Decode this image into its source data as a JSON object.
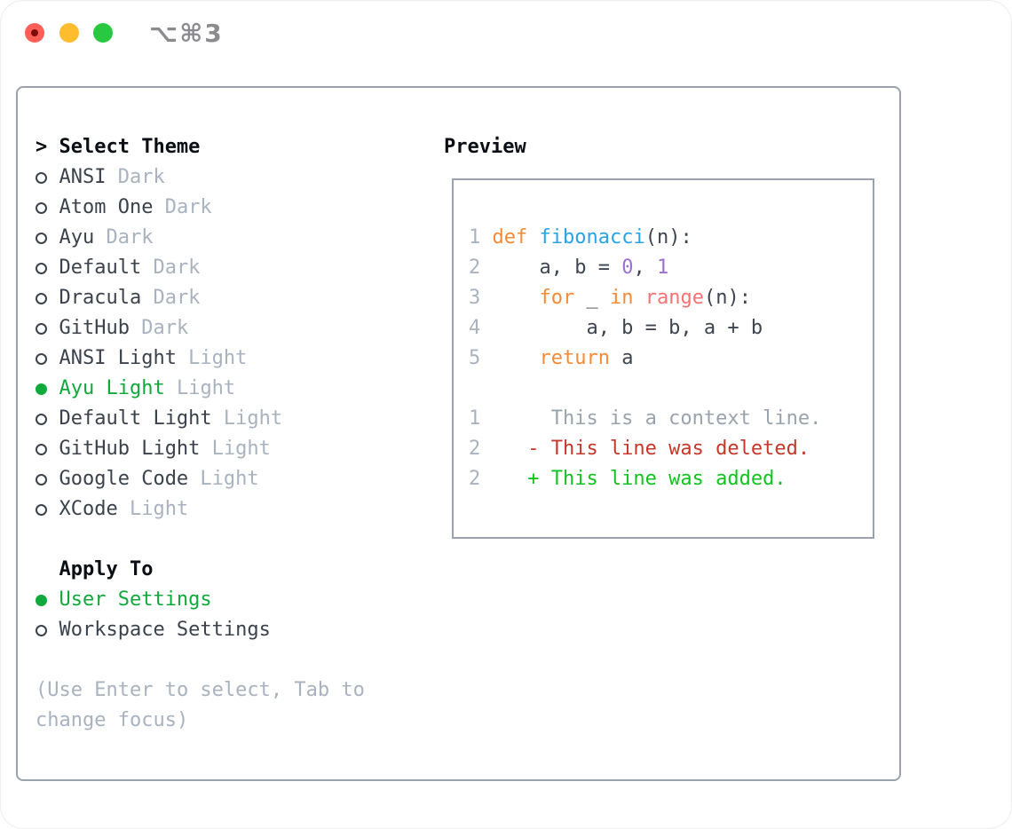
{
  "window": {
    "title": "⌥⌘3",
    "traffic_lights": [
      "close",
      "minimize",
      "zoom"
    ]
  },
  "colors": {
    "panel_border": "#9aa3ad",
    "header_text": "#0b0e14",
    "item_text": "#3b424c",
    "muted_text": "#a9b2bf",
    "selection_green": "#0fa93c",
    "keyword_orange": "#f88a36",
    "function_blue": "#29a3e8",
    "number_purple": "#9d6fd1",
    "builtin_coral": "#f87272",
    "diff_deleted_red": "#c5372a",
    "diff_added_green": "#12c21f",
    "traffic_red": "#ff5f57",
    "traffic_yellow": "#febc2e",
    "traffic_green": "#28c840"
  },
  "theme_picker": {
    "header": {
      "prefix": ">",
      "label": "Select Theme"
    },
    "themes": [
      {
        "name": "ANSI",
        "variant": "Dark",
        "selected": false
      },
      {
        "name": "Atom One",
        "variant": "Dark",
        "selected": false
      },
      {
        "name": "Ayu",
        "variant": "Dark",
        "selected": false
      },
      {
        "name": "Default",
        "variant": "Dark",
        "selected": false
      },
      {
        "name": "Dracula",
        "variant": "Dark",
        "selected": false
      },
      {
        "name": "GitHub",
        "variant": "Dark",
        "selected": false
      },
      {
        "name": "ANSI Light",
        "variant": "Light",
        "selected": false
      },
      {
        "name": "Ayu Light",
        "variant": "Light",
        "selected": true
      },
      {
        "name": "Default Light",
        "variant": "Light",
        "selected": false
      },
      {
        "name": "GitHub Light",
        "variant": "Light",
        "selected": false
      },
      {
        "name": "Google Code",
        "variant": "Light",
        "selected": false
      },
      {
        "name": "XCode",
        "variant": "Light",
        "selected": false
      }
    ],
    "apply_to": {
      "header": "Apply To",
      "options": [
        {
          "name": "User Settings",
          "selected": true
        },
        {
          "name": "Workspace Settings",
          "selected": false
        }
      ]
    },
    "hint_lines": [
      "(Use Enter to select, Tab to",
      "change focus)"
    ]
  },
  "preview": {
    "header": "Preview",
    "code_lines": [
      {
        "num": "1",
        "tokens": [
          {
            "text": "def",
            "style": "keyword"
          },
          {
            "text": " ",
            "style": "plain"
          },
          {
            "text": "fibonacci",
            "style": "function"
          },
          {
            "text": "(n):",
            "style": "plain"
          }
        ]
      },
      {
        "num": "2",
        "tokens": [
          {
            "text": "    a, b = ",
            "style": "plain"
          },
          {
            "text": "0",
            "style": "number"
          },
          {
            "text": ", ",
            "style": "plain"
          },
          {
            "text": "1",
            "style": "number"
          }
        ]
      },
      {
        "num": "3",
        "tokens": [
          {
            "text": "    ",
            "style": "plain"
          },
          {
            "text": "for",
            "style": "keyword"
          },
          {
            "text": " _ ",
            "style": "plain"
          },
          {
            "text": "in",
            "style": "keyword"
          },
          {
            "text": " ",
            "style": "plain"
          },
          {
            "text": "range",
            "style": "builtin"
          },
          {
            "text": "(n):",
            "style": "plain"
          }
        ]
      },
      {
        "num": "4",
        "tokens": [
          {
            "text": "        a, b = b, a + b",
            "style": "plain"
          }
        ]
      },
      {
        "num": "5",
        "tokens": [
          {
            "text": "    ",
            "style": "plain"
          },
          {
            "text": "return",
            "style": "keyword"
          },
          {
            "text": " a",
            "style": "plain"
          }
        ]
      }
    ],
    "diff_lines": [
      {
        "num": "1",
        "text": "     This is a context line.",
        "type": "context"
      },
      {
        "num": "2",
        "text": "   - This line was deleted.",
        "type": "deleted"
      },
      {
        "num": "2",
        "text": "   + This line was added.",
        "type": "added"
      }
    ]
  }
}
